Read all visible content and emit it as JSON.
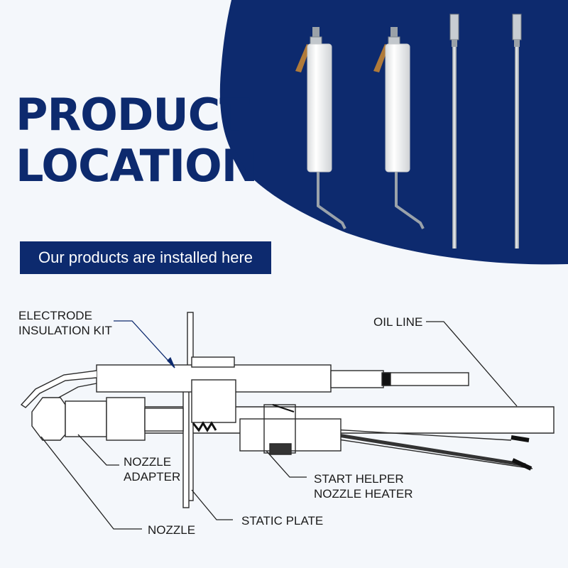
{
  "header": {
    "title_line1": "PRODUCT",
    "title_line2": "LOCATION",
    "banner": "Our products are installed here"
  },
  "diagram": {
    "labels": {
      "electrode_line1": "ELECTRODE",
      "electrode_line2": "INSULATION KIT",
      "oil_line": "OIL LINE",
      "nozzle_adapter_line1": "NOZZLE",
      "nozzle_adapter_line2": "ADAPTER",
      "start_helper_line1": "START HELPER",
      "start_helper_line2": "NOZZLE HEATER",
      "static_plate": "STATIC PLATE",
      "nozzle": "NOZZLE"
    }
  },
  "colors": {
    "navy": "#0d2a6e",
    "background": "#f4f7fb",
    "porcelain": "#f7f7f5",
    "steel": "#b9c0c8"
  },
  "icons": [
    "electrode-icon",
    "ignition-rod-icon"
  ]
}
